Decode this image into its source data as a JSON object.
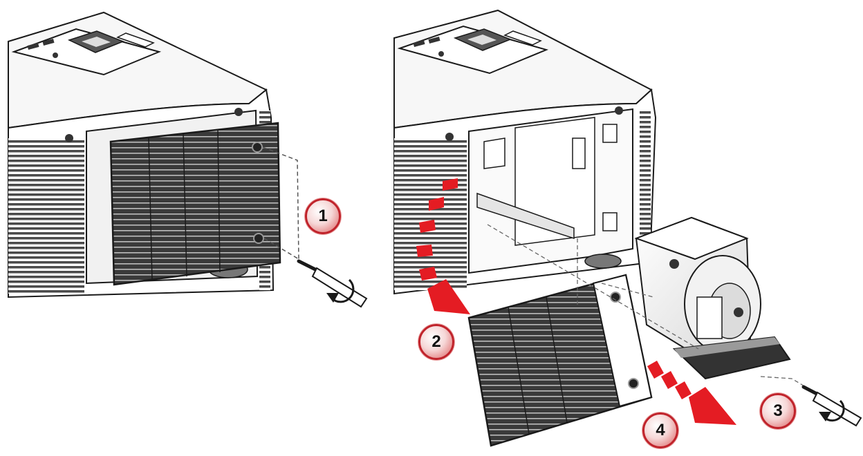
{
  "steps": [
    {
      "number": "1",
      "action": "remove-screws"
    },
    {
      "number": "2",
      "action": "remove-cover"
    },
    {
      "number": "3",
      "action": "remove-lamp-screws"
    },
    {
      "number": "4",
      "action": "pull-out-lamp"
    }
  ],
  "colors": {
    "line": "#1a1a1a",
    "grille": "#2b2b2b",
    "arrow": "#e41c23",
    "badge_ring": "#c0232b",
    "housing": "#ffffff"
  },
  "icons": [
    "screwdriver-icon",
    "rotate-arrow-icon",
    "down-arrow-icon",
    "pull-arrow-icon"
  ]
}
